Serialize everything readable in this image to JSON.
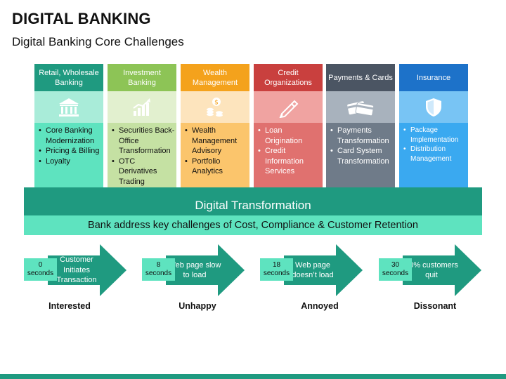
{
  "title": "DIGITAL BANKING",
  "subtitle": "Digital Banking Core Challenges",
  "pillars": [
    {
      "header": "Retail, Wholesale Banking",
      "icon": "bank-icon",
      "items": [
        "Core Banking Modernization",
        "Pricing & Billing",
        "Loyalty"
      ]
    },
    {
      "header": "Investment Banking",
      "icon": "chart-growth-icon",
      "items": [
        "Securities Back-Office Transformation",
        "OTC Derivatives Trading"
      ]
    },
    {
      "header": "Wealth Management",
      "icon": "coins-icon",
      "items": [
        "Wealth Management Advisory",
        "Portfolio Analytics"
      ]
    },
    {
      "header": "Credit Organizations",
      "icon": "pen-icon",
      "items": [
        "Loan Origination",
        "Credit Information Services"
      ]
    },
    {
      "header": "Payments & Cards",
      "icon": "cards-icon",
      "items": [
        "Payments Transformation",
        "Card System Transformation"
      ]
    },
    {
      "header": "Insurance",
      "icon": "shield-icon",
      "items": [
        "Package Implementation",
        "Distribution Management"
      ]
    }
  ],
  "digital_transformation": "Digital Transformation",
  "bank_statement": "Bank address key challenges of Cost, Compliance & Customer Retention",
  "steps": [
    {
      "time_value": "0",
      "time_unit": "seconds",
      "text": "Customer Initiates Transaction",
      "label": "Interested"
    },
    {
      "time_value": "8",
      "time_unit": "seconds",
      "text": "Web page slow to load",
      "label": "Unhappy"
    },
    {
      "time_value": "18",
      "time_unit": "seconds",
      "text": "Web page doesn’t load",
      "label": "Annoyed"
    },
    {
      "time_value": "30",
      "time_unit": "seconds",
      "text": "80% customers quit",
      "label": "Dissonant"
    }
  ],
  "colors": {
    "teal_dark": "#1f9a80",
    "teal_light": "#5ee3bf",
    "green": "#8dc456",
    "orange": "#f4a21c",
    "red": "#c9403e",
    "slate": "#4b5563",
    "blue": "#1d72c9"
  }
}
